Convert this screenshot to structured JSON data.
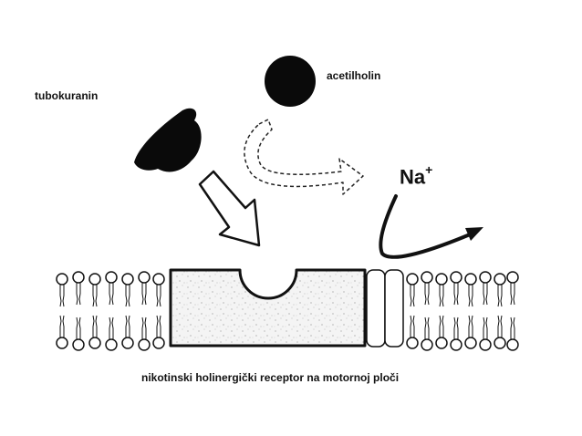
{
  "labels": {
    "tubokuranin": "tubokuranin",
    "acetilholin": "acetilholin",
    "sodium": "Na",
    "sodium_charge": "+",
    "caption": "nikotinski holinergički receptor na motornoj ploči"
  },
  "colors": {
    "ink": "#111111",
    "background": "#ffffff",
    "receptor_fill": "#f2f2f2"
  }
}
